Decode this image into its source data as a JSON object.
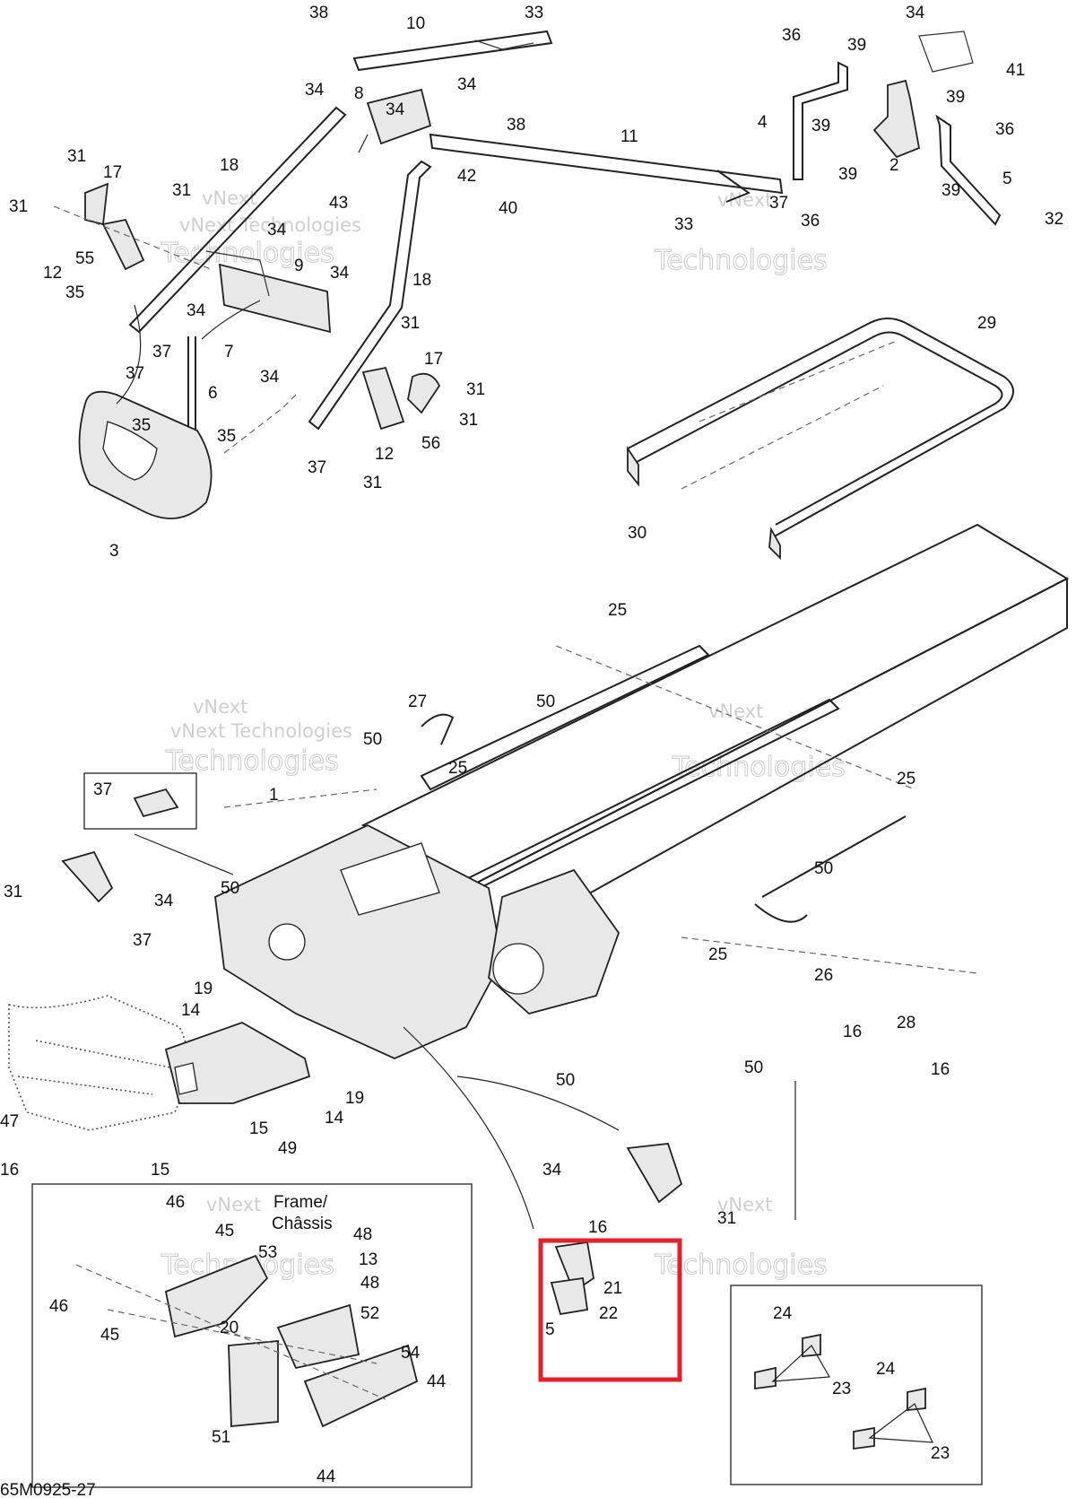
{
  "figure_code": "65M0925-27",
  "inset_title_line1": "Frame/",
  "inset_title_line2": "Châssis",
  "highlight_color": "#e0202a",
  "watermark_line1": "vNext",
  "watermark_line2": "vNext Technologies",
  "watermark_line3": "Technologies",
  "callouts": [
    {
      "id": "c38a",
      "text": "38"
    },
    {
      "id": "c10",
      "text": "10"
    },
    {
      "id": "c33a",
      "text": "33"
    },
    {
      "id": "c34a",
      "text": "34"
    },
    {
      "id": "c34b",
      "text": "34"
    },
    {
      "id": "c8",
      "text": "8"
    },
    {
      "id": "c38b",
      "text": "38"
    },
    {
      "id": "c11",
      "text": "11"
    },
    {
      "id": "c42",
      "text": "42"
    },
    {
      "id": "c40",
      "text": "40"
    },
    {
      "id": "c43",
      "text": "43"
    },
    {
      "id": "c33b",
      "text": "33"
    },
    {
      "id": "c36a",
      "text": "36"
    },
    {
      "id": "c39a",
      "text": "39"
    },
    {
      "id": "c34c",
      "text": "34"
    },
    {
      "id": "c41",
      "text": "41"
    },
    {
      "id": "c39b",
      "text": "39"
    },
    {
      "id": "c4",
      "text": "4"
    },
    {
      "id": "c39c",
      "text": "39"
    },
    {
      "id": "c36b",
      "text": "36"
    },
    {
      "id": "c2",
      "text": "2"
    },
    {
      "id": "c39d",
      "text": "39"
    },
    {
      "id": "c39e",
      "text": "39"
    },
    {
      "id": "c5",
      "text": "5"
    },
    {
      "id": "c37a",
      "text": "37"
    },
    {
      "id": "c36c",
      "text": "36"
    },
    {
      "id": "c32",
      "text": "32"
    },
    {
      "id": "c34d",
      "text": "34"
    },
    {
      "id": "c31a",
      "text": "31"
    },
    {
      "id": "c17a",
      "text": "17"
    },
    {
      "id": "c18a",
      "text": "18"
    },
    {
      "id": "c31b",
      "text": "31"
    },
    {
      "id": "c31c",
      "text": "31"
    },
    {
      "id": "c34e",
      "text": "34"
    },
    {
      "id": "c55",
      "text": "55"
    },
    {
      "id": "c12a",
      "text": "12"
    },
    {
      "id": "c9",
      "text": "9"
    },
    {
      "id": "c34f",
      "text": "34"
    },
    {
      "id": "c18b",
      "text": "18"
    },
    {
      "id": "c35a",
      "text": "35"
    },
    {
      "id": "c34g",
      "text": "34"
    },
    {
      "id": "c31d",
      "text": "31"
    },
    {
      "id": "c37b",
      "text": "37"
    },
    {
      "id": "c7",
      "text": "7"
    },
    {
      "id": "c37c",
      "text": "37"
    },
    {
      "id": "c34h",
      "text": "34"
    },
    {
      "id": "c17b",
      "text": "17"
    },
    {
      "id": "c6",
      "text": "6"
    },
    {
      "id": "c31e",
      "text": "31"
    },
    {
      "id": "c35b",
      "text": "35"
    },
    {
      "id": "c35c",
      "text": "35"
    },
    {
      "id": "c31f",
      "text": "31"
    },
    {
      "id": "c56",
      "text": "56"
    },
    {
      "id": "c12b",
      "text": "12"
    },
    {
      "id": "c37d",
      "text": "37"
    },
    {
      "id": "c31g",
      "text": "31"
    },
    {
      "id": "c3",
      "text": "3"
    },
    {
      "id": "c29",
      "text": "29"
    },
    {
      "id": "c30",
      "text": "30"
    },
    {
      "id": "c25a",
      "text": "25"
    },
    {
      "id": "c27",
      "text": "27"
    },
    {
      "id": "c50a",
      "text": "50"
    },
    {
      "id": "c50b",
      "text": "50"
    },
    {
      "id": "c25b",
      "text": "25"
    },
    {
      "id": "c37e",
      "text": "37"
    },
    {
      "id": "c1",
      "text": "1"
    },
    {
      "id": "c25c",
      "text": "25"
    },
    {
      "id": "c50c",
      "text": "50"
    },
    {
      "id": "c31h",
      "text": "31"
    },
    {
      "id": "c34i",
      "text": "34"
    },
    {
      "id": "c50d",
      "text": "50"
    },
    {
      "id": "c37f",
      "text": "37"
    },
    {
      "id": "c25d",
      "text": "25"
    },
    {
      "id": "c26",
      "text": "26"
    },
    {
      "id": "c19a",
      "text": "19"
    },
    {
      "id": "c14a",
      "text": "14"
    },
    {
      "id": "c16a",
      "text": "16"
    },
    {
      "id": "c28",
      "text": "28"
    },
    {
      "id": "c16b",
      "text": "16"
    },
    {
      "id": "c50e",
      "text": "50"
    },
    {
      "id": "c50f",
      "text": "50"
    },
    {
      "id": "c47",
      "text": "47"
    },
    {
      "id": "c19b",
      "text": "19"
    },
    {
      "id": "c14b",
      "text": "14"
    },
    {
      "id": "c15a",
      "text": "15"
    },
    {
      "id": "c49",
      "text": "49"
    },
    {
      "id": "c16c",
      "text": "16"
    },
    {
      "id": "c15b",
      "text": "15"
    },
    {
      "id": "c34j",
      "text": "34"
    },
    {
      "id": "c31i",
      "text": "31"
    },
    {
      "id": "c46a",
      "text": "46"
    },
    {
      "id": "c45a",
      "text": "45"
    },
    {
      "id": "c53",
      "text": "53"
    },
    {
      "id": "c48a",
      "text": "48"
    },
    {
      "id": "c13",
      "text": "13"
    },
    {
      "id": "c48b",
      "text": "48"
    },
    {
      "id": "c46b",
      "text": "46"
    },
    {
      "id": "c45b",
      "text": "45"
    },
    {
      "id": "c52",
      "text": "52"
    },
    {
      "id": "c20",
      "text": "20"
    },
    {
      "id": "c54",
      "text": "54"
    },
    {
      "id": "c44a",
      "text": "44"
    },
    {
      "id": "c51",
      "text": "51"
    },
    {
      "id": "c44b",
      "text": "44"
    },
    {
      "id": "c16d",
      "text": "16"
    },
    {
      "id": "c21",
      "text": "21"
    },
    {
      "id": "c22",
      "text": "22"
    },
    {
      "id": "c5b",
      "text": "5"
    },
    {
      "id": "c24a",
      "text": "24"
    },
    {
      "id": "c23a",
      "text": "23"
    },
    {
      "id": "c24b",
      "text": "24"
    },
    {
      "id": "c23b",
      "text": "23"
    }
  ]
}
